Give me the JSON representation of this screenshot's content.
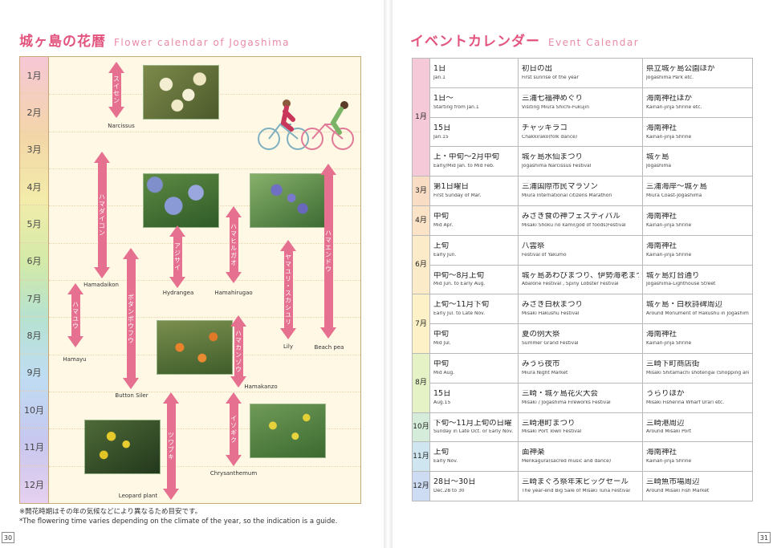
{
  "left": {
    "title_jp": "城ヶ島の花暦",
    "title_en": "Flower calendar of Jogashima",
    "months": [
      "1月",
      "2月",
      "3月",
      "4月",
      "5月",
      "6月",
      "7月",
      "8月",
      "9月",
      "10月",
      "11月",
      "12月"
    ],
    "flowers": {
      "narcissus": {
        "jp": "スイセン",
        "en": "Narcissus"
      },
      "hamadaikon": {
        "jp": "ハマダイコン",
        "en": "Hamadaikon"
      },
      "hamayu": {
        "jp": "ハマユウ",
        "en": "Hamayu"
      },
      "button_siler": {
        "jp": "ボタンボウフウ",
        "en": "Button Siler"
      },
      "hydrangea": {
        "jp": "アジサイ",
        "en": "Hydrangea"
      },
      "hamahirugao": {
        "jp": "ハマヒルガオ",
        "en": "Hamahirugao"
      },
      "hamakanzo": {
        "jp": "ハマカンゾウ",
        "en": "Hamakanzo"
      },
      "lily": {
        "jp": "ヤマユリ・スカシユリ",
        "en": "Lily"
      },
      "beach_pea": {
        "jp": "ハマエンドウ",
        "en": "Beach pea"
      },
      "leopard_plant": {
        "jp": "ツワブキ",
        "en": "Leopard plant"
      },
      "chrysanthemum": {
        "jp": "イソギク",
        "en": "Chrysanthemum"
      }
    },
    "note_jp": "※開花時期はその年の気候などにより異なるため目安です。",
    "note_en": "*The flowering time varies depending on the climate of the year, so the indication is a guide.",
    "page_number": "30"
  },
  "right": {
    "title_jp": "イベントカレンダー",
    "title_en": "Event Calendar",
    "page_number": "31",
    "months": [
      {
        "month": "1月",
        "color": "#f6c9d8",
        "events": [
          {
            "date_jp": "1日",
            "date_en": "Jan.1",
            "name_jp": "初日の出",
            "name_en": "First sunrise of the year",
            "place_jp": "県立城ヶ島公園ほか",
            "place_en": "Jogashima Park etc."
          },
          {
            "date_jp": "1日～",
            "date_en": "Starting from Jan.1",
            "name_jp": "三浦七福神めぐり",
            "name_en": "Visiting Miura Shichi-Fukujin",
            "place_jp": "海南神社ほか",
            "place_en": "Kainan-jinja Shrine etc."
          },
          {
            "date_jp": "15日",
            "date_en": "Jan.15",
            "name_jp": "チャッキラコ",
            "name_en": "Chakkirako(folk dance)",
            "place_jp": "海南神社",
            "place_en": "Kainan-jinja Shrine"
          },
          {
            "date_jp": "上・中旬～2月中旬",
            "date_en": "Early/Mid Jan. to Mid Feb.",
            "name_jp": "城ヶ島水仙まつり",
            "name_en": "Jogashima Narcissus Festival",
            "place_jp": "城ヶ島",
            "place_en": "Jogashima"
          }
        ]
      },
      {
        "month": "3月",
        "color": "#f9dcc4",
        "events": [
          {
            "date_jp": "第1日曜日",
            "date_en": "First Sunday of Mar.",
            "name_jp": "三浦国際市民マラソン",
            "name_en": "Miura International citizens Marathon",
            "place_jp": "三浦海岸～城ヶ島",
            "place_en": "Miura Coast-Jogashima"
          }
        ]
      },
      {
        "month": "4月",
        "color": "#fbe3c8",
        "events": [
          {
            "date_jp": "中旬",
            "date_en": "Mid Apr.",
            "name_jp": "みさき食の神フェスティバル",
            "name_en": "Misaki Shoku no kami(god of foods)Festival",
            "place_jp": "海南神社",
            "place_en": "Kainan-jinja Shrine"
          }
        ]
      },
      {
        "month": "6月",
        "color": "#fcebc8",
        "events": [
          {
            "date_jp": "上旬",
            "date_en": "Early Jun.",
            "name_jp": "八雲祭",
            "name_en": "Festival of Yakumo",
            "place_jp": "海南神社",
            "place_en": "Kainan-jinja Shrine"
          },
          {
            "date_jp": "中旬～8月上旬",
            "date_en": "Mid Jun. to Early Aug.",
            "name_jp": "城ヶ島あわびまつり、伊勢海老まつり",
            "name_en": "Abalone Festival , Spiny Lobster Festival",
            "place_jp": "城ヶ島灯台通り",
            "place_en": "Jogashima-Lighthouse Street"
          }
        ]
      },
      {
        "month": "7月",
        "color": "#fdf2c7",
        "events": [
          {
            "date_jp": "上旬～11月下旬",
            "date_en": "Early Jul. to Late Nov.",
            "name_jp": "みさき白秋まつり",
            "name_en": "Misaki Hakushu Festival",
            "place_jp": "城ヶ島・白秋詩碑周辺",
            "place_en": "Around Monument of Hakushu in Jogashima"
          },
          {
            "date_jp": "中旬",
            "date_en": "Mid Jul.",
            "name_jp": "夏の例大祭",
            "name_en": "Summer Grand Festival",
            "place_jp": "海南神社",
            "place_en": "Kainan-jinja Shrine"
          }
        ]
      },
      {
        "month": "8月",
        "color": "#e4f2c6",
        "events": [
          {
            "date_jp": "中旬",
            "date_en": "Mid Aug.",
            "name_jp": "みうら夜市",
            "name_en": "Miura Night Market",
            "place_jp": "三崎下町商店街",
            "place_en": "Misaki Shitamachi shotengai (Shopping area)"
          },
          {
            "date_jp": "15日",
            "date_en": "Aug.15",
            "name_jp": "三崎・城ヶ島花火大会",
            "name_en": "Misaki / Jogashima Fireworks Festival",
            "place_jp": "うらりほか",
            "place_en": "Misaki Fisherina Wharf Urari  etc."
          }
        ]
      },
      {
        "month": "10月",
        "color": "#d4ecd9",
        "events": [
          {
            "date_jp": "下旬～11月上旬の日曜",
            "date_en": "Sunday in Late Oct. or Early Nov.",
            "name_jp": "三崎港町まつり",
            "name_en": "Misaki Port Town Festival",
            "place_jp": "三崎港周辺",
            "place_en": "Around Misaki Port"
          }
        ]
      },
      {
        "month": "11月",
        "color": "#cfe6f1",
        "events": [
          {
            "date_jp": "上旬",
            "date_en": "Early Nov.",
            "name_jp": "面神楽",
            "name_en": "Menkagura(sacred music and dance)",
            "place_jp": "海南神社",
            "place_en": "Kainan-jinja Shrine"
          }
        ]
      },
      {
        "month": "12月",
        "color": "#cddcf2",
        "events": [
          {
            "date_jp": "28日～30日",
            "date_en": "Dec.28 to 30",
            "name_jp": "三崎まぐろ祭年末ビッグセール",
            "name_en": "The year-end Big Sale of Misaki Tuna Festival",
            "place_jp": "三崎魚市場周辺",
            "place_en": "Around Misaki Fish Market"
          }
        ]
      }
    ]
  }
}
